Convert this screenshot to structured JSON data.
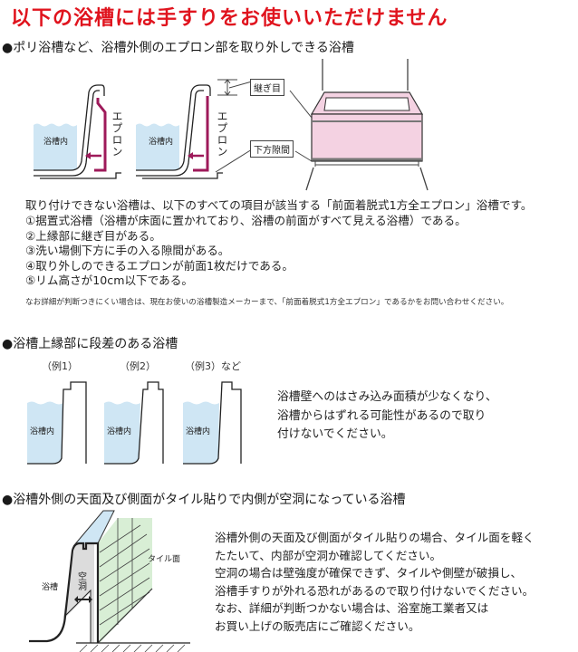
{
  "title": "以下の浴槽には手すりをお使いいただけません",
  "colors": {
    "title_red": "#e0141e",
    "water_blue": "#cfe6f4",
    "apron_magenta": "#9e1a5a",
    "tub_pink": "#f4d2e2",
    "tile_green": "#d8eed5",
    "hollow_gray": "#dcdcdc"
  },
  "section1": {
    "heading": "●ポリ浴槽など、浴槽外側のエプロン部を取り外しできる浴槽",
    "diagram": {
      "water_label_1": "浴槽内",
      "water_label_2": "浴槽内",
      "apron_label_1": "エプロン",
      "apron_label_2": "エプロン",
      "seam_label": "継ぎ目",
      "gap_label": "下方隙間"
    },
    "intro": "取り付けできない浴槽は、以下のすべての項目が該当する「前面着脱式1方全エプロン」浴槽です。",
    "items": [
      "①据置式浴槽（浴槽が床面に置かれており、浴槽の前面がすべて見える浴槽）である。",
      "②上縁部に継ぎ目がある。",
      "③洗い場側下方に手の入る隙間がある。",
      "④取り外しのできるエプロンが前面1枚だけである。",
      "⑤リム高さが10cm以下である。"
    ],
    "note": "なお詳細が判断つきにくい場合は、現在お使いの浴槽製造メーカーまで、「前面着脱式1方全エプロン」であるかをお問い合わせください。"
  },
  "section2": {
    "heading": "●浴槽上縁部に段差のある浴槽",
    "examples": [
      "（例1）",
      "（例2）",
      "（例3）など"
    ],
    "water_labels": [
      "浴槽内",
      "浴槽内",
      "浴槽内"
    ],
    "text_lines": [
      "浴槽壁へのはさみ込み面積が少なくなり、",
      "浴槽からはずれる可能性があるので取り",
      "付けないでください。"
    ]
  },
  "section3": {
    "heading": "●浴槽外側の天面及び側面がタイル貼りで内側が空洞になっている浴槽",
    "diagram": {
      "tub_label": "浴槽",
      "hollow_label": "空洞",
      "tile_label": "タイル面"
    },
    "text_lines": [
      "浴槽外側の天面及び側面がタイル貼りの場合、タイル面を軽く",
      "たたいて、内部が空洞か確認してください。",
      "空洞の場合は壁強度が確保できず、タイルや側壁が破損し、",
      "浴槽手すりが外れる恐れがあるので取り付けないでください。",
      "なお、詳細が判断つかない場合は、浴室施工業者又は",
      "お買い上げの販売店にご確認ください。"
    ]
  }
}
